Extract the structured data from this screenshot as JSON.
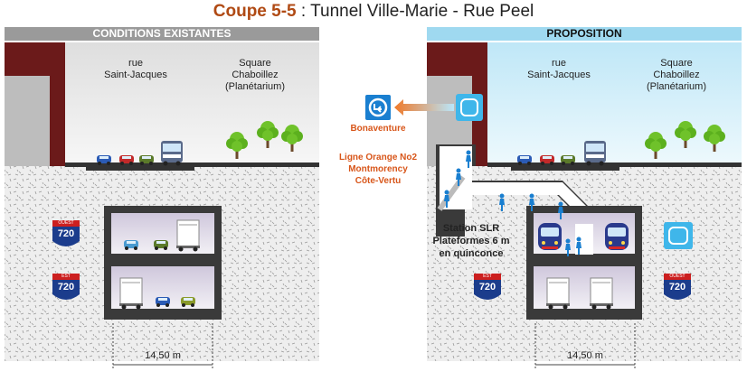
{
  "title": {
    "bold": "Coupe 5-5",
    "rest": " : Tunnel Ville-Marie - Rue Peel"
  },
  "left_panel": {
    "header": "CONDITIONS EXISTANTES",
    "street1": "rue\nSaint-Jacques",
    "street2": "Square\nChaboillez\n(Planétarium)",
    "shield_top": {
      "label": "OUEST",
      "number": "720"
    },
    "shield_bottom": {
      "label": "EST",
      "number": "720"
    },
    "width": "14,50 m"
  },
  "right_panel": {
    "header": "PROPOSITION",
    "street1": "rue\nSaint-Jacques",
    "street2": "Square\nChaboillez\n(Planétarium)",
    "station_label": "Station SLR\nPlateformes 6 m\nen quinconce",
    "shield_left": {
      "label": "EST",
      "number": "720"
    },
    "shield_right": {
      "label": "OUEST",
      "number": "720"
    },
    "width": "14,50 m"
  },
  "metro": {
    "station": "Bonaventure",
    "lines": "Ligne Orange No2\nMontmorency\nCôte-Vertu"
  },
  "colors": {
    "accent_title": "#b04a14",
    "header_gray": "#9a9a9a",
    "header_blue": "#9fd9f0",
    "metro_orange": "#d8561a",
    "metro_blue": "#1a7fd0",
    "building": "#6b1a1a",
    "tunnel": "#3a3a3a",
    "shield_blue": "#1b3c8c",
    "shield_red": "#cc1f1f"
  },
  "icons": [
    "metro-icon",
    "train-icon",
    "tree-icon",
    "car-icon",
    "bus-icon",
    "truck-icon",
    "pedestrian-icon",
    "highway-shield-icon"
  ]
}
